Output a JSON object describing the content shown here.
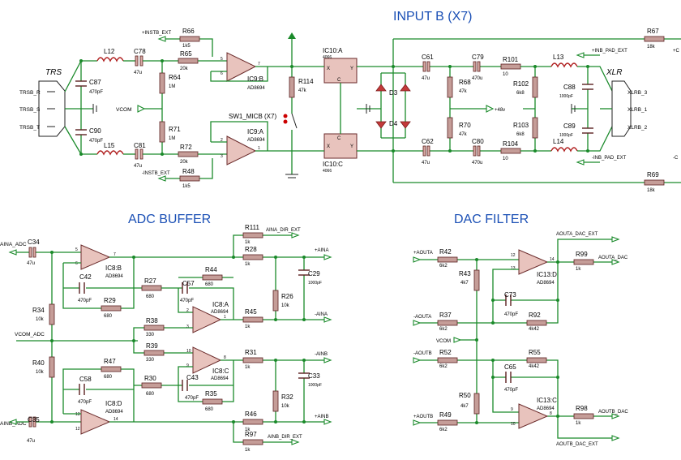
{
  "sections": {
    "input": "INPUT B (X7)",
    "adc": "ADC BUFFER",
    "dac": "DAC FILTER"
  },
  "input": {
    "trs": "TRS",
    "xlr": "XLR",
    "trs_r": "TRSB_R",
    "trs_s": "TRSB_S",
    "trs_t": "TRSB_T",
    "xlr3": "XLRB_3",
    "xlr1": "XLRB_1",
    "xlr2": "XLRB_2",
    "vcom": "VCOM",
    "p48": "+48v",
    "sw": "SW1_MICB (X7)",
    "pext": "+INSTB_EXT",
    "next": "-INSTB_EXT",
    "ppad": "+INB_PAD_EXT",
    "npad": "-INB_PAD_EXT",
    "L12": "L12",
    "L15": "L15",
    "L13": "L13",
    "L14": "L14",
    "C87": "C87",
    "C87v": "470pF",
    "C90": "C90",
    "C90v": "470pF",
    "C78": "C78",
    "C78v": "47u",
    "C81": "C81",
    "C81v": "47u",
    "R66": "R66",
    "R66v": "1k5",
    "R65": "R65",
    "R65v": "20k",
    "R64": "R64",
    "R64v": "1M",
    "R71": "R71",
    "R71v": "1M",
    "R72": "R72",
    "R72v": "20k",
    "R48": "R48",
    "R48v": "1k5",
    "IC9B": "IC9:B",
    "IC9A": "IC9:A",
    "ad": "AD8694",
    "IC10A": "IC10:A",
    "IC10C": "IC10:C",
    "v4066": "4066",
    "R114": "R114",
    "R114v": "47k",
    "D3": "D3",
    "D4": "D4",
    "C61": "C61",
    "C61v": "47u",
    "C62": "C62",
    "C62v": "47u",
    "R68": "R68",
    "R68v": "47k",
    "R70": "R70",
    "R70v": "47k",
    "C79": "C79",
    "C79v": "470u",
    "C80": "C80",
    "C80v": "470u",
    "R101": "R101",
    "R101v": "10",
    "R104": "R104",
    "R104v": "10",
    "R102": "R102",
    "R102v": "6k8",
    "R103": "R103",
    "R103v": "6k8",
    "C88": "C88",
    "C88v": "1000pF",
    "C89": "C89",
    "C89v": "1000pF",
    "R67": "R67",
    "R67v": "18k",
    "R69": "R69",
    "R69v": "18k",
    "cut1": "+C",
    "cut2": "-C"
  },
  "adc": {
    "aina": "AINA_ADC",
    "ainb": "AINB_ADC",
    "vcom": "VCOM_ADC",
    "aina_dir": "AINA_DIR_EXT",
    "ainb_dir": "AINB_DIR_EXT",
    "p_aina": "+AINA",
    "n_aina": "-AINA",
    "n_ainb": "-AINB",
    "p_ainb": "+AINB",
    "C34": "C34",
    "C34v": "47u",
    "C35": "C35",
    "C35v": "47u",
    "R34": "R34",
    "R34v": "10k",
    "R40": "R40",
    "R40v": "10k",
    "IC8B": "IC8:B",
    "IC8D": "IC8:D",
    "IC8A": "IC8:A",
    "IC8C": "IC8:C",
    "ad": "AD8694",
    "C42": "C42",
    "C42v": "470pF",
    "R29": "R29",
    "R29v": "680",
    "R27": "R27",
    "R27v": "680",
    "C57": "C57",
    "C57v": "470pF",
    "R44": "R44",
    "R44v": "680",
    "R111": "R111",
    "R111v": "1k",
    "R28": "R28",
    "R28v": "1k",
    "C29": "C29",
    "C29v": "1000pF",
    "R26": "R26",
    "R26v": "10k",
    "R45": "R45",
    "R45v": "1k",
    "R38": "R38",
    "R38v": "330",
    "R39": "R39",
    "R39v": "330",
    "R31": "R31",
    "R31v": "1k",
    "R47": "R47",
    "R47v": "680",
    "C58": "C58",
    "C58v": "470pF",
    "R30": "R30",
    "R30v": "680",
    "C43": "C43",
    "C43v": "470pF",
    "R35": "R35",
    "R35v": "680",
    "C33": "C33",
    "C33v": "1000pF",
    "R32": "R32",
    "R32v": "10k",
    "R46": "R46",
    "R46v": "1k",
    "R97": "R97",
    "R97v": "1k"
  },
  "dac": {
    "paouta": "+AOUTA",
    "naouta": "-AOUTA",
    "vcom": "VCOM",
    "naoutb": "-AOUTB",
    "paoutb": "+AOUTB",
    "outa": "AOUTA_DAC",
    "outb": "AOUTB_DAC",
    "outa_ext": "AOUTA_DAC_EXT",
    "outb_ext": "AOUTB_DAC_EXT",
    "R42": "R42",
    "R42v": "6k2",
    "R43": "R43",
    "R43v": "4k7",
    "R37": "R37",
    "R37v": "6k2",
    "R52": "R52",
    "R52v": "6k2",
    "R50": "R50",
    "R50v": "4k7",
    "R49": "R49",
    "R49v": "6k2",
    "IC13D": "IC13:D",
    "IC13C": "IC13:C",
    "ad": "AD8694",
    "C73": "C73",
    "C73v": "470pF",
    "R92": "R92",
    "R92v": "4k42",
    "R55": "R55",
    "R55v": "4k42",
    "C65": "C65",
    "C65v": "470pF",
    "R99": "R99",
    "R99v": "1k",
    "R98": "R98",
    "R98v": "1k"
  }
}
